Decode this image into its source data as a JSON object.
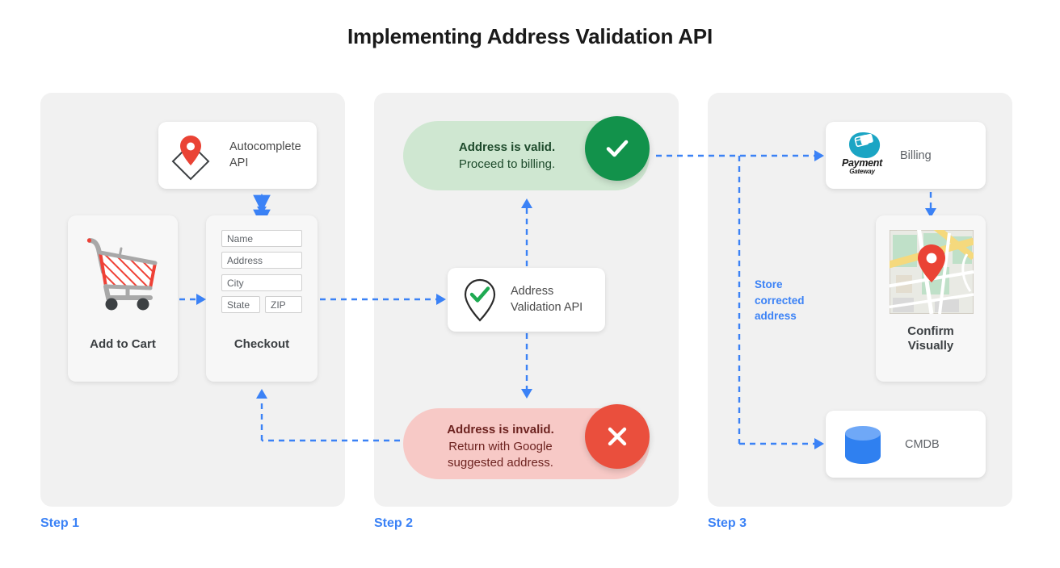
{
  "title": "Implementing Address Validation API",
  "theme": {
    "panel_bg": "#f1f1f1",
    "accent_blue": "#3b82f6",
    "valid_bg": "#cfe7d1",
    "valid_badge": "#12924b",
    "valid_text": "#1d4a2b",
    "invalid_bg": "#f7c9c6",
    "invalid_badge": "#ea4f3d",
    "invalid_text": "#6d2320",
    "pin_red": "#ea4335",
    "db_blue": "#3b82f6",
    "payment_teal": "#1ba5c4"
  },
  "steps": [
    {
      "label": "Step 1"
    },
    {
      "label": "Step 2"
    },
    {
      "label": "Step 3"
    }
  ],
  "step1": {
    "autocomplete": {
      "label": "Autocomplete API",
      "label_line1": "Autocomplete",
      "label_line2": "API",
      "icon": "map-pin-diamond-icon"
    },
    "cart": {
      "caption": "Add to Cart",
      "icon": "shopping-cart-icon"
    },
    "checkout": {
      "caption": "Checkout",
      "fields": [
        {
          "name": "name",
          "placeholder": "Name"
        },
        {
          "name": "address",
          "placeholder": "Address"
        },
        {
          "name": "city",
          "placeholder": "City"
        },
        {
          "name": "state",
          "placeholder": "State"
        },
        {
          "name": "zip",
          "placeholder": "ZIP"
        }
      ]
    }
  },
  "step2": {
    "valid": {
      "headline": "Address is valid.",
      "subline": "Proceed to billing.",
      "badge_icon": "check-icon"
    },
    "invalid": {
      "headline": "Address is invalid.",
      "subline1": "Return with Google",
      "subline2": "suggested address.",
      "badge_icon": "close-icon"
    },
    "api": {
      "label_line1": "Address",
      "label_line2": "Validation API",
      "icon": "pin-check-icon"
    }
  },
  "step3": {
    "billing": {
      "label": "Billing",
      "logo_word1": "Payment",
      "logo_word2": "Gateway",
      "icon": "payment-gateway-logo-icon"
    },
    "map": {
      "caption_line1": "Confirm",
      "caption_line2": "Visually",
      "icon": "map-thumbnail-icon"
    },
    "cmdb": {
      "label": "CMDB",
      "icon": "database-icon"
    },
    "store_note": {
      "line1": "Store",
      "line2": "corrected",
      "line3": "address"
    }
  }
}
